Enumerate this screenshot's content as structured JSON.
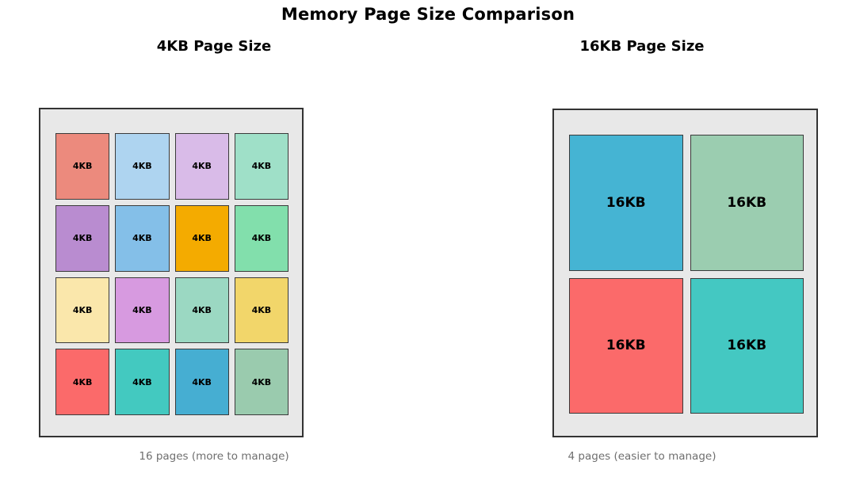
{
  "figure": {
    "title": "Memory Page Size Comparison",
    "background": "#ffffff",
    "title_color": "#000000",
    "frame_fill": "#e8e8e8",
    "frame_border": "#333333",
    "cell_border": "#3a3a3a",
    "caption_color": "#6f6f6f"
  },
  "panels": [
    {
      "id": "4kb",
      "title": "4KB Page Size",
      "caption": "16 pages (more to manage)",
      "page_label": "4KB",
      "page_count": 16,
      "columns": 4,
      "rows": 4,
      "cells": [
        {
          "label": "4KB",
          "color": "#ec8a7d"
        },
        {
          "label": "4KB",
          "color": "#aed4f0"
        },
        {
          "label": "4KB",
          "color": "#d9bbe8"
        },
        {
          "label": "4KB",
          "color": "#9fe0c8"
        },
        {
          "label": "4KB",
          "color": "#b98cd0"
        },
        {
          "label": "4KB",
          "color": "#84bfe8"
        },
        {
          "label": "4KB",
          "color": "#f4ab00"
        },
        {
          "label": "4KB",
          "color": "#82dfac"
        },
        {
          "label": "4KB",
          "color": "#fae7ab"
        },
        {
          "label": "4KB",
          "color": "#d79ae0"
        },
        {
          "label": "4KB",
          "color": "#9bd8c2"
        },
        {
          "label": "4KB",
          "color": "#f2d66a"
        },
        {
          "label": "4KB",
          "color": "#fb6a6a"
        },
        {
          "label": "4KB",
          "color": "#43c9c0"
        },
        {
          "label": "4KB",
          "color": "#46aed2"
        },
        {
          "label": "4KB",
          "color": "#9acbae"
        }
      ]
    },
    {
      "id": "16kb",
      "title": "16KB Page Size",
      "caption": "4 pages (easier to manage)",
      "page_label": "16KB",
      "page_count": 4,
      "columns": 2,
      "rows": 2,
      "cells": [
        {
          "label": "16KB",
          "color": "#45b4d3"
        },
        {
          "label": "16KB",
          "color": "#9bcdb0"
        },
        {
          "label": "16KB",
          "color": "#fb6a6a"
        },
        {
          "label": "16KB",
          "color": "#44c8c2"
        }
      ]
    }
  ]
}
